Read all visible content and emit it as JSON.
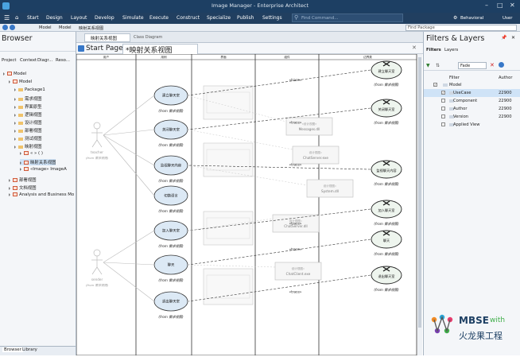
{
  "window": {
    "title": "Image Manager - Enterprise Architect"
  },
  "ribbon": {
    "items": [
      "Start",
      "Design",
      "Layout",
      "Develop",
      "Simulate",
      "Execute",
      "Construct",
      "Specialize",
      "Publish",
      "Settings"
    ],
    "find": "Find Command...",
    "right": "Behavioral",
    "user": "User"
  },
  "addressbar": {
    "path": [
      "Model",
      "Model",
      "映射关系视图"
    ],
    "search_placeholder": "Find Package"
  },
  "browser": {
    "title": "Browser",
    "tabs": [
      "Project",
      "Context",
      "Diagr...",
      "Reso..."
    ],
    "tree": [
      {
        "label": "Model",
        "kind": "root",
        "depth": 0
      },
      {
        "label": "Model",
        "kind": "package",
        "depth": 1
      },
      {
        "label": "Package1",
        "kind": "folder",
        "depth": 2
      },
      {
        "label": "需求视图",
        "kind": "folder",
        "depth": 2
      },
      {
        "label": "界面原型",
        "kind": "folder",
        "depth": 2
      },
      {
        "label": "逻辑视图",
        "kind": "folder",
        "depth": 2
      },
      {
        "label": "设计视图",
        "kind": "folder",
        "depth": 2
      },
      {
        "label": "部署视图",
        "kind": "folder",
        "depth": 2
      },
      {
        "label": "测试视图",
        "kind": "folder",
        "depth": 2
      },
      {
        "label": "映射视图",
        "kind": "folder",
        "depth": 2
      },
      {
        "label": "« » ( )",
        "kind": "item",
        "depth": 3
      },
      {
        "label": "映射关系视图",
        "kind": "diagram",
        "depth": 3
      },
      {
        "label": "«Image» ImageA",
        "kind": "item",
        "depth": 3
      },
      {
        "label": "部署视图",
        "kind": "package",
        "depth": 1
      },
      {
        "label": "文档视图",
        "kind": "package",
        "depth": 1
      },
      {
        "label": "Analysis and Business Mo",
        "kind": "package",
        "depth": 1
      }
    ],
    "bottom_tabs": [
      "Browser",
      "Library"
    ]
  },
  "tabs": {
    "doc_tab": "映射关系视图",
    "class_diagram": "Class Diagram",
    "start_page": "Start Page",
    "active": "*映射关系视图"
  },
  "diagram": {
    "lanes": [
      "用户",
      "用例",
      "界面",
      "组件",
      "边界类"
    ],
    "actors": [
      {
        "name": "teacher",
        "sub": "(from 需求视图)"
      },
      {
        "name": "sender",
        "sub": "(from 需求视图)"
      }
    ],
    "usecases": [
      {
        "name": "建立聊天室",
        "from": "(from 需求视图)"
      },
      {
        "name": "关闭聊天室",
        "from": "(from 需求视图)"
      },
      {
        "name": "监视聊天内容",
        "from": "(from 需求视图)"
      },
      {
        "name": "切换语言",
        "from": "(from 需求视图)"
      },
      {
        "name": "加入聊天室",
        "from": "(from 需求视图)"
      },
      {
        "name": "聊天",
        "from": "(from 需求视图)"
      },
      {
        "name": "退出聊天室",
        "from": "(from 需求视图)"
      }
    ],
    "boundaries": [
      {
        "name": "建立聊天室",
        "from": "(from 需求视图)"
      },
      {
        "name": "关闭聊天室",
        "from": "(from 需求视图)"
      },
      {
        "name": "监视聊天内容",
        "from": "(from 需求视图)"
      },
      {
        "name": "加入聊天室",
        "from": "(from 需求视图)"
      },
      {
        "name": "聊天",
        "from": "(from 需求视图)"
      },
      {
        "name": "退出聊天室",
        "from": "(from 需求视图)"
      }
    ],
    "components": [
      {
        "stereo": "«设计视图»",
        "name": "Messages.dll"
      },
      {
        "stereo": "设计视图::",
        "name": "ChatServer.exe"
      },
      {
        "stereo": "设计视图::",
        "name": "System.dll"
      },
      {
        "stereo": "设计视图::",
        "name": "ChatServer.dll"
      },
      {
        "stereo": "设计视图::",
        "name": "ChatClient.exe"
      }
    ],
    "trace": "«trace»"
  },
  "filters": {
    "title": "Filters & Layers",
    "tabs": [
      "Filters",
      "Layers"
    ],
    "mode": "Fade",
    "columns": [
      "Filter",
      "Author"
    ],
    "rows": [
      {
        "label": "Model",
        "author": ""
      },
      {
        "label": "UseCase",
        "author": "22900"
      },
      {
        "label": "Component",
        "author": "22900"
      },
      {
        "label": "Author",
        "author": "22900"
      },
      {
        "label": "Version",
        "author": "22900"
      },
      {
        "label": "Applied View",
        "author": ""
      }
    ]
  },
  "brand": {
    "line1": "MBSE",
    "with": "with",
    "line2": "火龙果工程"
  }
}
